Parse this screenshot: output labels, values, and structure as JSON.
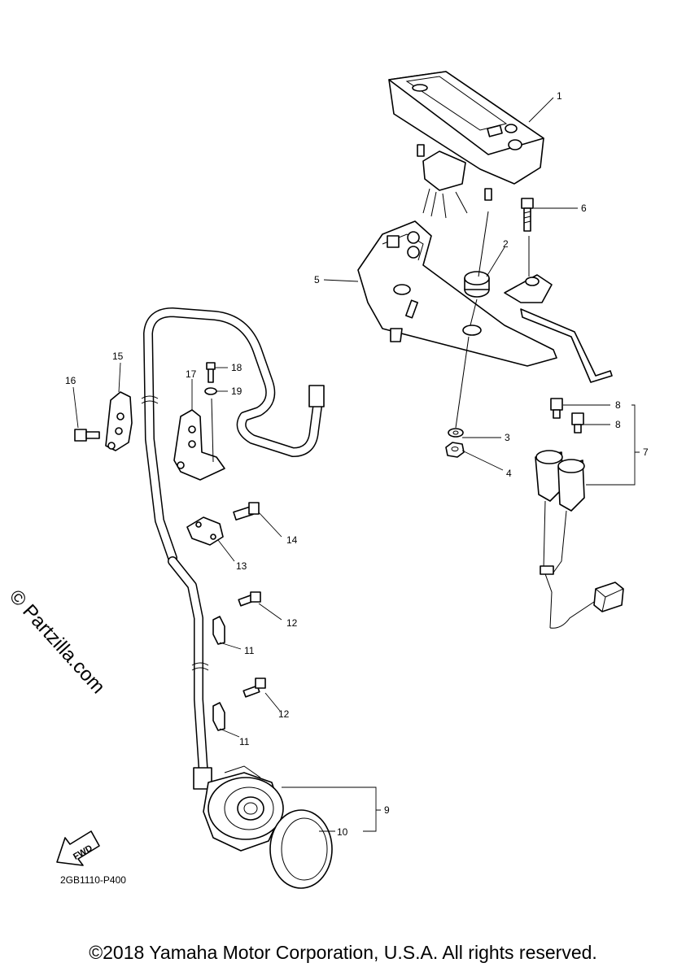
{
  "diagram": {
    "callouts": [
      {
        "id": "1",
        "label": "1"
      },
      {
        "id": "2",
        "label": "2"
      },
      {
        "id": "3",
        "label": "3"
      },
      {
        "id": "4",
        "label": "4"
      },
      {
        "id": "5",
        "label": "5"
      },
      {
        "id": "6",
        "label": "6"
      },
      {
        "id": "7",
        "label": "7"
      },
      {
        "id": "8a",
        "label": "8"
      },
      {
        "id": "8b",
        "label": "8"
      },
      {
        "id": "9",
        "label": "9"
      },
      {
        "id": "10",
        "label": "10"
      },
      {
        "id": "11a",
        "label": "11"
      },
      {
        "id": "11b",
        "label": "11"
      },
      {
        "id": "12a",
        "label": "12"
      },
      {
        "id": "12b",
        "label": "12"
      },
      {
        "id": "13",
        "label": "13"
      },
      {
        "id": "14",
        "label": "14"
      },
      {
        "id": "15",
        "label": "15"
      },
      {
        "id": "16",
        "label": "16"
      },
      {
        "id": "17",
        "label": "17"
      },
      {
        "id": "18",
        "label": "18"
      },
      {
        "id": "19",
        "label": "19"
      }
    ],
    "fwd_badge": "FWD",
    "diagram_code": "2GB1110-P400"
  },
  "watermark": "© Partzilla.com",
  "footer": "©2018 Yamaha Motor Corporation, U.S.A. All rights reserved."
}
